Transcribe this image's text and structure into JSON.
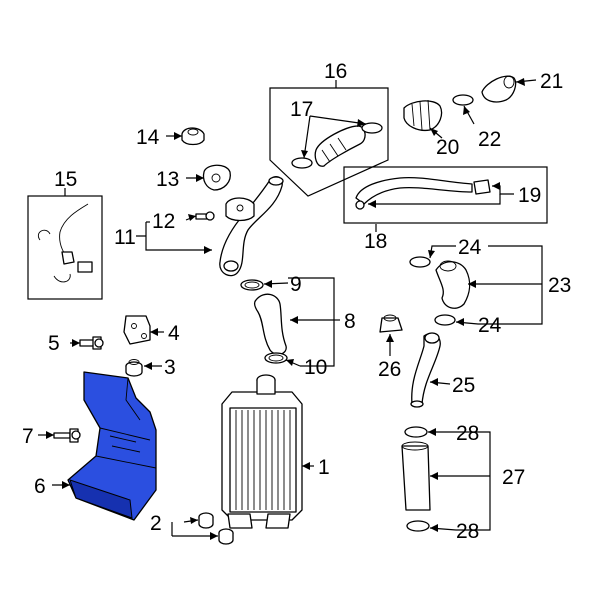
{
  "highlight_color": "#2b4fe0",
  "callouts": {
    "c1": "1",
    "c2": "2",
    "c3": "3",
    "c4": "4",
    "c5": "5",
    "c6": "6",
    "c7": "7",
    "c8": "8",
    "c9": "9",
    "c10": "10",
    "c11": "11",
    "c12": "12",
    "c13": "13",
    "c14": "14",
    "c15": "15",
    "c16": "16",
    "c17": "17",
    "c18": "18",
    "c19": "19",
    "c20": "20",
    "c21": "21",
    "c22": "22",
    "c23": "23",
    "c24a": "24",
    "c24b": "24",
    "c25": "25",
    "c26": "26",
    "c27": "27",
    "c28a": "28",
    "c28b": "28"
  }
}
